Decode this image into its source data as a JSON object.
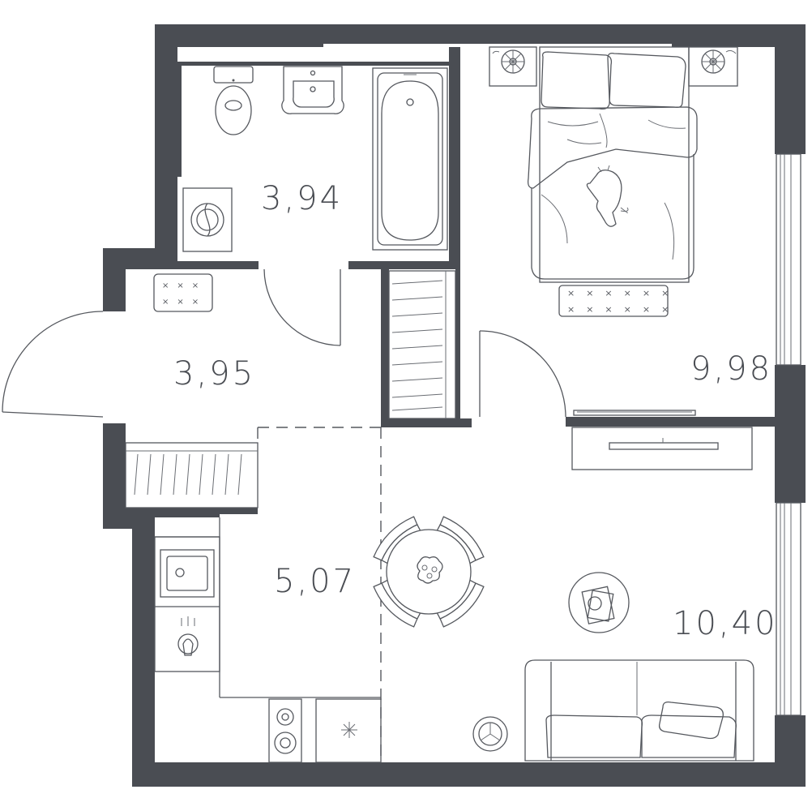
{
  "colors": {
    "wall": "#4a4d53",
    "line": "#55585e",
    "background": "#ffffff"
  },
  "rooms": {
    "bathroom": {
      "area": "3,94"
    },
    "hallway": {
      "area": "3,95"
    },
    "bedroom": {
      "area": "9,98"
    },
    "kitchen": {
      "area": "5,07"
    },
    "living": {
      "area": "10,40"
    }
  },
  "icons": [
    "toilet-icon",
    "sink-icon",
    "bathtub-icon",
    "washing-machine-icon",
    "bed-icon",
    "cat-icon",
    "nightstand-lamp-icon",
    "dining-table-icon",
    "sofa-icon",
    "stove-icon",
    "tv-icon",
    "wardrobe-icon",
    "coffee-table-icon",
    "plant-icon"
  ]
}
